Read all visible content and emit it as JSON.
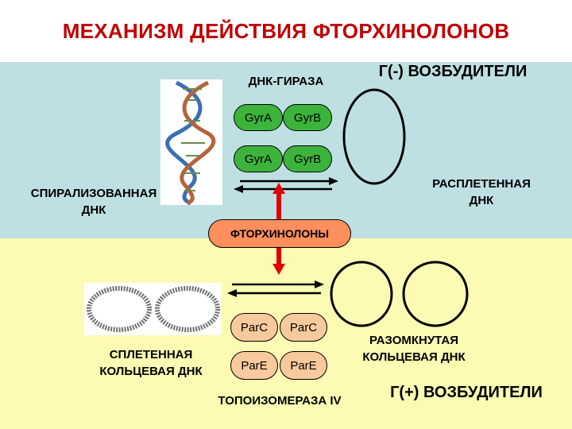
{
  "title": "МЕХАНИЗМ ДЕЙСТВИЯ ФТОРХИНОЛОНОВ",
  "labels": {
    "dna_gyrase": "ДНК-ГИРАЗА",
    "gram_negative": "Г(-) ВОЗБУДИТЕЛИ",
    "supercoiled_dna_line1": "СПИРАЛИЗОВАННАЯ",
    "supercoiled_dna_line2": "ДНК",
    "relaxed_dna_line1": "РАСПЛЕТЕННАЯ",
    "relaxed_dna_line2": "ДНК",
    "fluoroquinolones": "ФТОРХИНОЛОНЫ",
    "catenated_dna_line1": "СПЛЕТЕННАЯ",
    "catenated_dna_line2": "КОЛЬЦЕВАЯ ДНК",
    "open_circular_dna_line1": "РАЗОМКНУТАЯ",
    "open_circular_dna_line2": "КОЛЬЦЕВАЯ ДНК",
    "topoisomerase_iv": "ТОПОИЗОМЕРАЗА IV",
    "gram_positive": "Г(+) ВОЗБУДИТЕЛИ"
  },
  "gyrase_subunits": [
    {
      "a": "GyrA",
      "b": "GyrB"
    },
    {
      "a": "GyrA",
      "b": "GyrB"
    }
  ],
  "topo_subunits": [
    {
      "a": "ParC",
      "b": "ParC"
    },
    {
      "a": "ParE",
      "b": "ParE"
    }
  ],
  "colors": {
    "title": "#c00000",
    "top_band": "#bfe0e2",
    "bottom_band": "#fdfab3",
    "gyrase_pill": "#3cb43c",
    "topo_pill": "#f7c99c",
    "fluoro_pill": "#ff8f5c",
    "inhibit_arrow": "#e00000"
  }
}
